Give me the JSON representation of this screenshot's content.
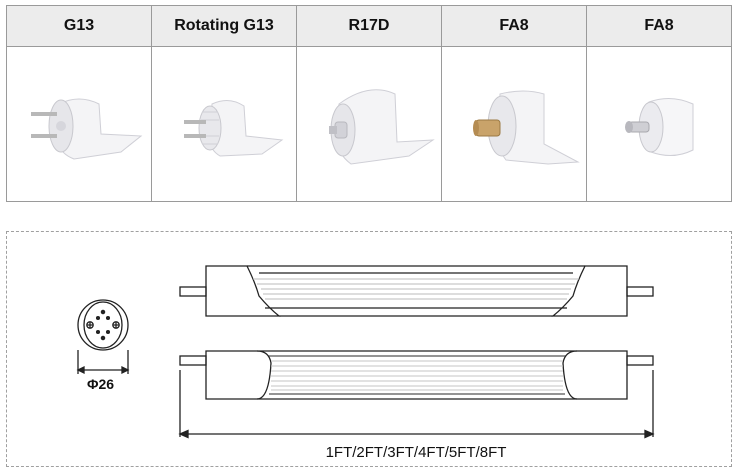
{
  "connectors": [
    {
      "label": "G13",
      "icon": "g13-end-cap-image"
    },
    {
      "label": "Rotating G13",
      "icon": "rotating-g13-end-cap-image"
    },
    {
      "label": "R17D",
      "icon": "r17d-end-cap-image"
    },
    {
      "label": "FA8",
      "icon": "fa8-end-cap-image"
    },
    {
      "label": "FA8",
      "icon": "fa8-single-pin-cap-image"
    }
  ],
  "drawing": {
    "diameter_label": "Φ26",
    "length_label": "1FT/2FT/3FT/4FT/5FT/8FT"
  }
}
